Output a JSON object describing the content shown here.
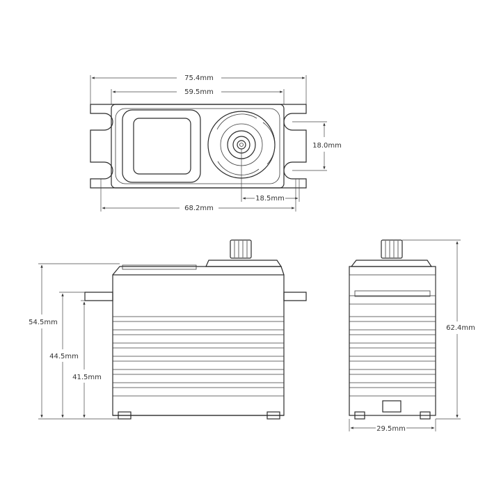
{
  "diagram": {
    "subject": "servo",
    "line_color": "#2a2a2a",
    "background": "#ffffff",
    "top_view": {
      "overall_width": "75.4mm",
      "case_width": "59.5mm",
      "hole_spacing_width": "68.2mm",
      "hole_spacing_height": "18.0mm",
      "shaft_offset": "18.5mm"
    },
    "side_view": {
      "total_height": "54.5mm",
      "mount_height": "44.5mm",
      "tab_height": "41.5mm"
    },
    "end_view": {
      "total_height": "62.4mm",
      "case_depth": "29.5mm"
    }
  }
}
